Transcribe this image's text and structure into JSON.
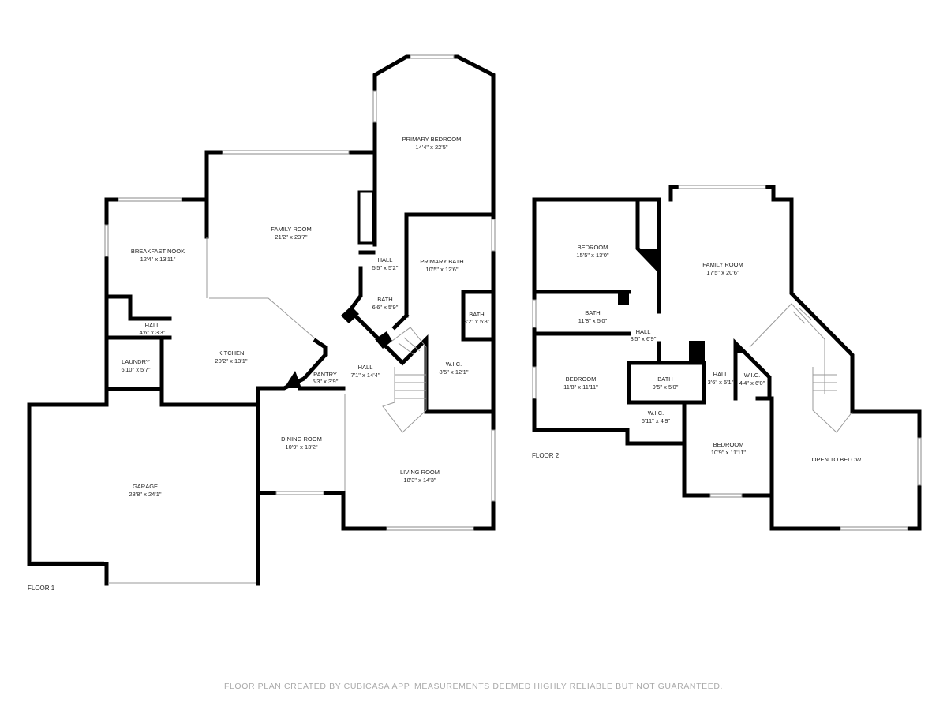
{
  "floor1": {
    "label": "FLOOR 1",
    "rooms": [
      {
        "name": "PRIMARY BEDROOM",
        "dims": "14'4\" x 22'5\""
      },
      {
        "name": "FAMILY ROOM",
        "dims": "21'2\" x 23'7\""
      },
      {
        "name": "BREAKFAST NOOK",
        "dims": "12'4\" x 13'11\""
      },
      {
        "name": "HALL",
        "dims": "5'5\" x 5'2\""
      },
      {
        "name": "PRIMARY BATH",
        "dims": "10'5\" x 12'6\""
      },
      {
        "name": "BATH",
        "dims": "6'6\" x 5'9\""
      },
      {
        "name": "BATH",
        "dims": "3'2\" x 5'8\""
      },
      {
        "name": "HALL",
        "dims": "4'6\" x 3'3\""
      },
      {
        "name": "KITCHEN",
        "dims": "20'2\" x 13'1\""
      },
      {
        "name": "LAUNDRY",
        "dims": "6'10\" x 5'7\""
      },
      {
        "name": "PANTRY",
        "dims": "5'3\" x 3'9\""
      },
      {
        "name": "HALL",
        "dims": "7'1\" x 14'4\""
      },
      {
        "name": "W.I.C.",
        "dims": "8'5\" x 12'1\""
      },
      {
        "name": "DINING ROOM",
        "dims": "10'9\" x 13'2\""
      },
      {
        "name": "GARAGE",
        "dims": "28'8\" x 24'1\""
      },
      {
        "name": "LIVING ROOM",
        "dims": "18'3\" x 14'3\""
      }
    ]
  },
  "floor2": {
    "label": "FLOOR 2",
    "rooms": [
      {
        "name": "BEDROOM",
        "dims": "15'5\" x 13'0\""
      },
      {
        "name": "FAMILY ROOM",
        "dims": "17'5\" x 20'6\""
      },
      {
        "name": "BATH",
        "dims": "11'8\" x 5'0\""
      },
      {
        "name": "HALL",
        "dims": "3'5\" x 6'9\""
      },
      {
        "name": "BEDROOM",
        "dims": "11'8\" x 11'11\""
      },
      {
        "name": "BATH",
        "dims": "9'5\" x 5'0\""
      },
      {
        "name": "HALL",
        "dims": "3'6\" x 5'1\""
      },
      {
        "name": "W.I.C.",
        "dims": "4'4\" x 6'0\""
      },
      {
        "name": "W.I.C.",
        "dims": "6'11\" x 4'9\""
      },
      {
        "name": "BEDROOM",
        "dims": "10'9\" x 11'11\""
      },
      {
        "name": "OPEN TO BELOW",
        "dims": ""
      }
    ]
  },
  "footer": "FLOOR PLAN CREATED BY CUBICASA APP. MEASUREMENTS DEEMED HIGHLY RELIABLE BUT NOT GUARANTEED."
}
